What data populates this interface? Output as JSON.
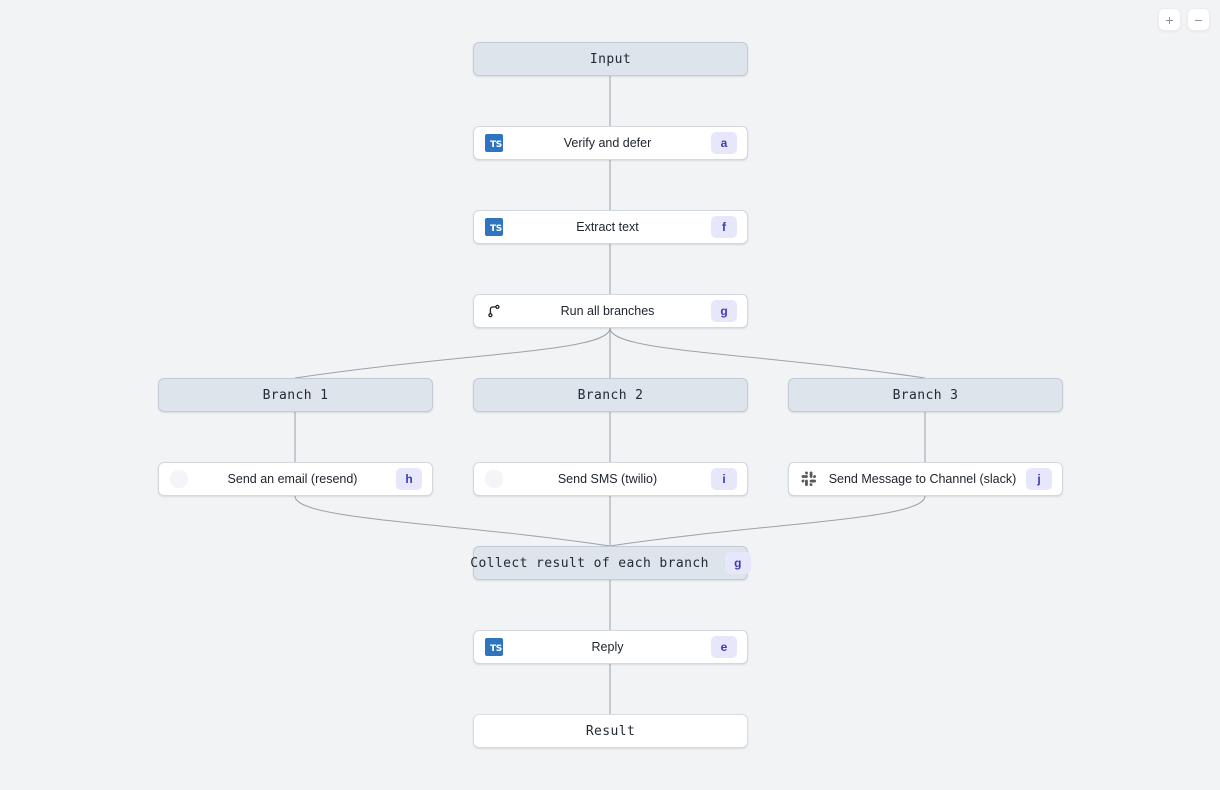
{
  "canvas": {
    "background": "#f1f3f5",
    "edge_color": "#9aa2ab",
    "slab_color": "#dee4eb",
    "badge_bg": "#e7e7fb",
    "badge_fg": "#4038b5",
    "ts_icon_color": "#2f74c0"
  },
  "zoom_controls": {
    "zoom_in_label": "+",
    "zoom_in_name": "plus-icon",
    "zoom_out_label": "−",
    "zoom_out_name": "minus-icon"
  },
  "flow": {
    "input": {
      "label": "Input"
    },
    "verify": {
      "label": "Verify and defer",
      "badge": "a",
      "icon": "typescript-icon"
    },
    "extract": {
      "label": "Extract text",
      "badge": "f",
      "icon": "typescript-icon"
    },
    "run_all": {
      "label": "Run all branches",
      "badge": "g",
      "icon": "git-branch-icon"
    },
    "branches": [
      {
        "header": "Branch 1",
        "step": {
          "label": "Send an email (resend)",
          "badge": "h",
          "icon": "resend-icon"
        }
      },
      {
        "header": "Branch 2",
        "step": {
          "label": "Send SMS (twilio)",
          "badge": "i",
          "icon": "twilio-icon"
        }
      },
      {
        "header": "Branch 3",
        "step": {
          "label": "Send Message to Channel (slack)",
          "badge": "j",
          "icon": "slack-icon"
        }
      }
    ],
    "collect": {
      "label": "Collect result of each branch",
      "badge": "g"
    },
    "reply": {
      "label": "Reply",
      "badge": "e",
      "icon": "typescript-icon"
    },
    "result": {
      "label": "Result"
    }
  }
}
